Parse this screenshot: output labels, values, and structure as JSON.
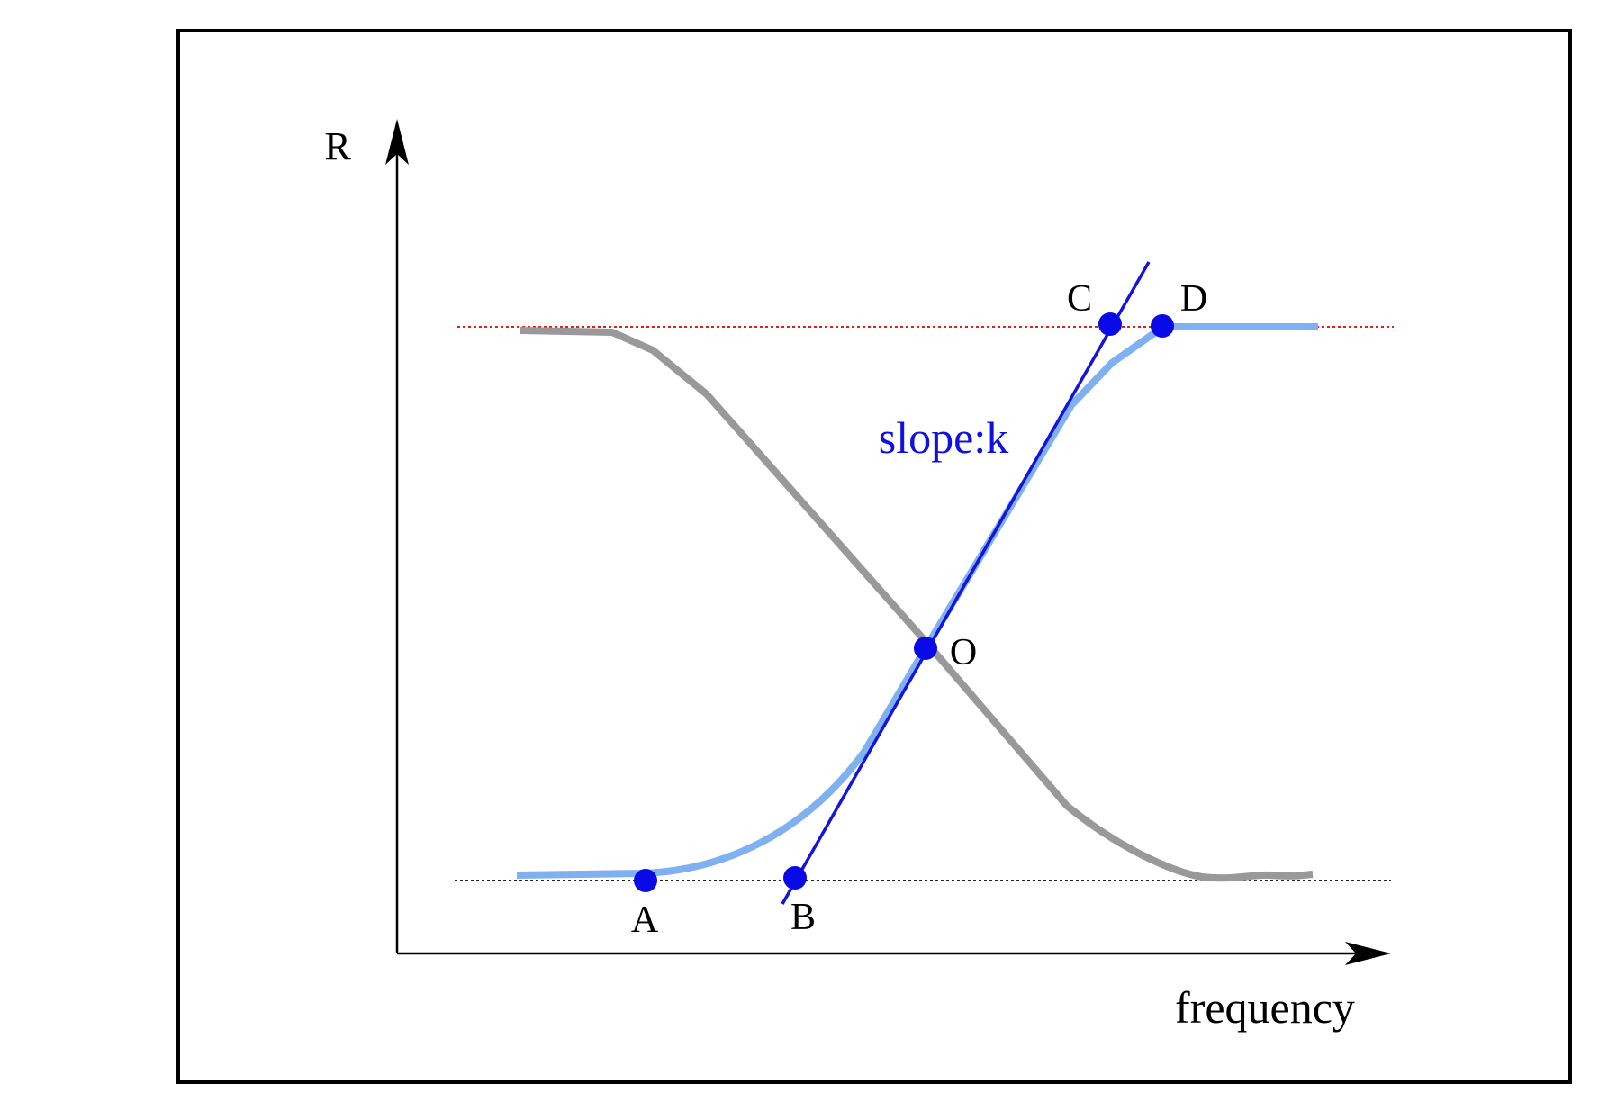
{
  "axes": {
    "y_label": "R",
    "x_label": "frequency"
  },
  "slope_label": "slope:k",
  "points": {
    "A": "A",
    "B": "B",
    "C": "C",
    "D": "D",
    "O": "O"
  },
  "colors": {
    "rising_curve": "#7fb0f0",
    "falling_curve": "#999999",
    "tangent_line": "#1414dc",
    "point_markers": "#0a0ae6",
    "slope_label": "#1010e0",
    "upper_reference_line": "#e02020",
    "lower_reference_line": "#222222",
    "frame_and_axes": "#000000"
  }
}
